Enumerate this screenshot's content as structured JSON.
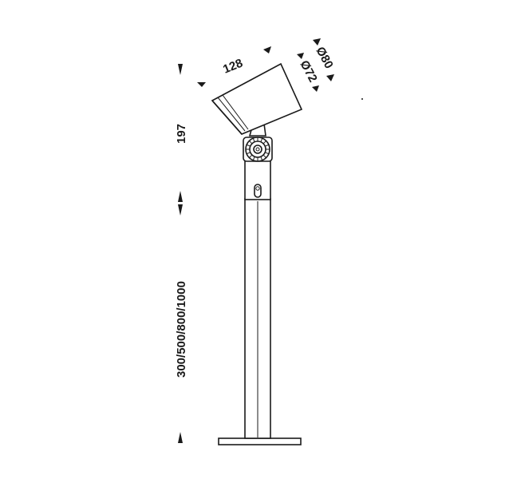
{
  "dimensions": {
    "head_length": "128",
    "outer_diameter": "Ø80",
    "inner_diameter": "Ø72",
    "head_height": "197",
    "pole_heights": "300/500/800/1000"
  },
  "colors": {
    "line": "#1a1a1a",
    "background": "#ffffff"
  }
}
